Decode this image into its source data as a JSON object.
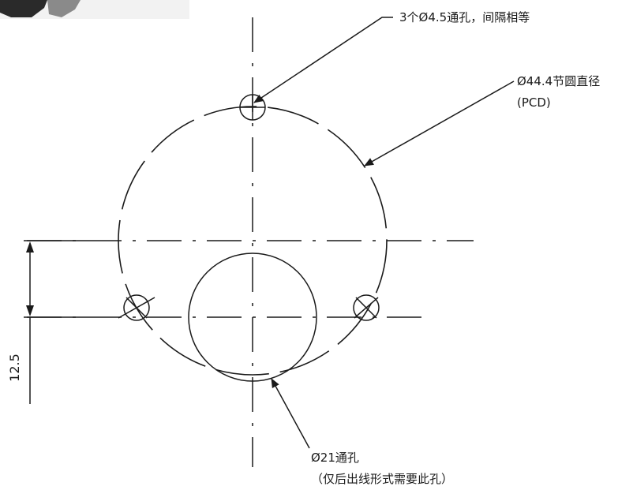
{
  "labels": {
    "holes": "3个Ø4.5通孔，间隔相等",
    "pcd_line1": "Ø44.4节圆直径",
    "pcd_line2": "(PCD)",
    "center_hole_line1": "Ø21通孔",
    "center_hole_line2": "（仅后出线形式需要此孔）",
    "dimension": "12.5"
  }
}
